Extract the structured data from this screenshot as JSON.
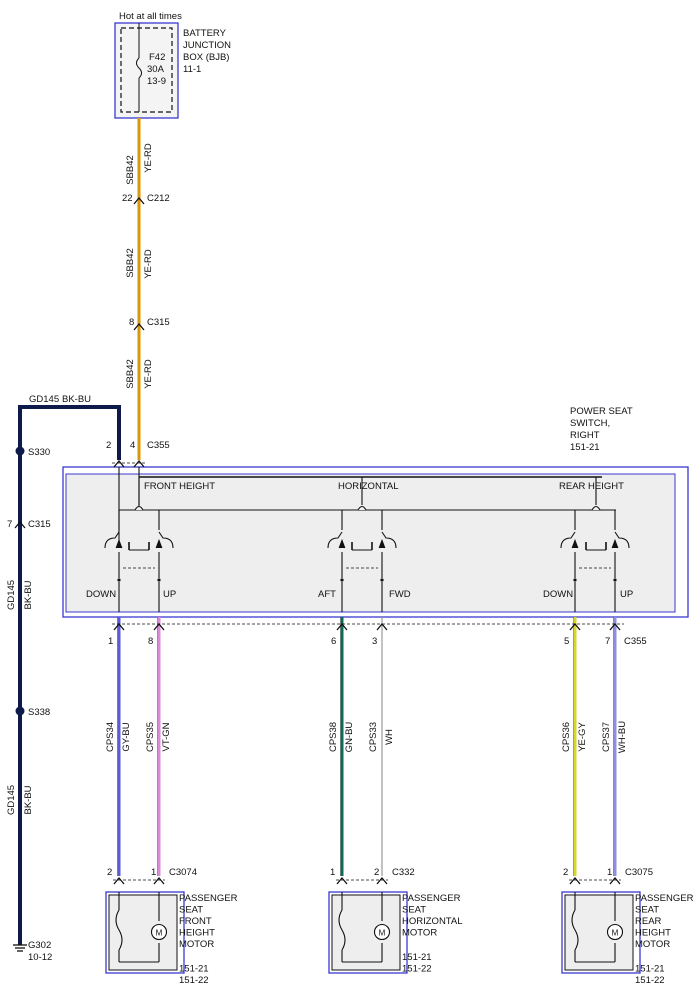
{
  "bjb": {
    "hot_note": "Hot at all times",
    "title_lines": [
      "BATTERY",
      "JUNCTION",
      "BOX (BJB)",
      "11-1"
    ],
    "fuse_lines": [
      "F42",
      "30A",
      "13-9"
    ]
  },
  "feed": {
    "segments": [
      {
        "circuit": "SBB42",
        "color": "YE-RD"
      },
      {
        "circuit": "SBB42",
        "color": "YE-RD"
      },
      {
        "circuit": "SBB42",
        "color": "YE-RD"
      }
    ],
    "c212": {
      "pin": "22",
      "name": "C212"
    },
    "c315": {
      "pin": "8",
      "name": "C315"
    }
  },
  "ground": {
    "top_label": "GD145",
    "top_color": "BK-BU",
    "s330": "S330",
    "c315": {
      "pin": "7",
      "name": "C315"
    },
    "seg1": {
      "circuit": "GD145",
      "color": "BK-BU"
    },
    "s338": "S338",
    "seg2": {
      "circuit": "GD145",
      "color": "BK-BU"
    },
    "g302": {
      "name": "G302",
      "ref": "10-12"
    }
  },
  "switch": {
    "title_lines": [
      "POWER SEAT",
      "SWITCH,",
      "RIGHT",
      "151-21"
    ],
    "c355_top": {
      "pin_left": "2",
      "pin_right": "4",
      "name": "C355"
    },
    "sections": [
      "FRONT HEIGHT",
      "HORIZONTAL",
      "REAR HEIGHT"
    ],
    "positions": [
      "DOWN",
      "UP",
      "AFT",
      "FWD",
      "DOWN",
      "UP"
    ],
    "bottom_pins": [
      "1",
      "8",
      "6",
      "3",
      "5",
      "7"
    ],
    "bottom_connector": "C355"
  },
  "wires": [
    {
      "circuit": "CPS34",
      "color": "GY-BU",
      "stroke": "#5b5bd6"
    },
    {
      "circuit": "CPS35",
      "color": "VT-GN",
      "stroke": "#d98ad9"
    },
    {
      "circuit": "CPS38",
      "color": "GN-BU",
      "stroke": "#0b6b5a"
    },
    {
      "circuit": "CPS33",
      "color": "WH",
      "stroke": "#9a9a9a"
    },
    {
      "circuit": "CPS36",
      "color": "YE-GY",
      "stroke": "#d7d62a"
    },
    {
      "circuit": "CPS37",
      "color": "WH-BU",
      "stroke": "#8f8fe0"
    }
  ],
  "motors": [
    {
      "pins": [
        "2",
        "1"
      ],
      "connector": "C3074",
      "label_lines": [
        "PASSENGER",
        "SEAT",
        "FRONT",
        "HEIGHT",
        "MOTOR"
      ],
      "refs": [
        "151-21",
        "151-22"
      ]
    },
    {
      "pins": [
        "1",
        "2"
      ],
      "connector": "C332",
      "label_lines": [
        "PASSENGER",
        "SEAT",
        "HORIZONTAL",
        "MOTOR"
      ],
      "refs": [
        "151-21",
        "151-22"
      ]
    },
    {
      "pins": [
        "2",
        "1"
      ],
      "connector": "C3075",
      "label_lines": [
        "PASSENGER",
        "SEAT",
        "REAR",
        "HEIGHT",
        "MOTOR"
      ],
      "refs": [
        "151-21",
        "151-22"
      ]
    }
  ],
  "colors": {
    "feed_wire": "#e8a317",
    "ground_wire": "#0d1a4a",
    "frame_blue": "#3a3acf",
    "switch_fill": "#eeeeee"
  }
}
